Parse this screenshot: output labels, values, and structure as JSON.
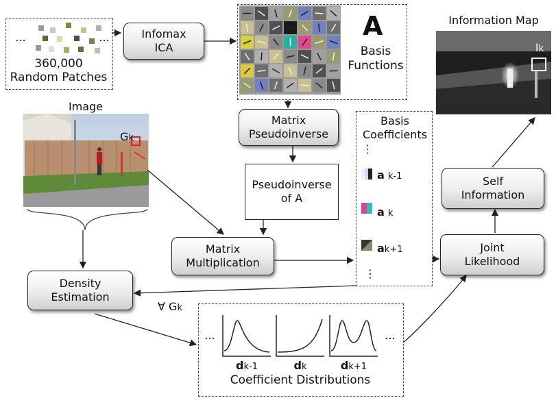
{
  "nodes": {
    "infomax": {
      "line1": "Infomax",
      "line2": "ICA"
    },
    "matrix_pinv": {
      "line1": "Matrix",
      "line2": "Pseudoinverse"
    },
    "pinv_of_a": {
      "line1": "Pseudoinverse",
      "line2": "of A"
    },
    "matrix_mult": {
      "line1": "Matrix",
      "line2": "Multiplication"
    },
    "density": {
      "line1": "Density",
      "line2": "Estimation"
    },
    "joint": {
      "line1": "Joint",
      "line2": "Likelihood"
    },
    "self_info": {
      "line1": "Self",
      "line2": "Information"
    }
  },
  "patches": {
    "ellipsis_left": "...",
    "ellipsis_right": "...",
    "count": "360,000",
    "caption": "Random Patches"
  },
  "basis": {
    "symbol": "A",
    "caption_line1": "Basis",
    "caption_line2": "Functions"
  },
  "image": {
    "title": "Image",
    "patch_label": "G",
    "patch_sub": "k"
  },
  "info_map": {
    "title": "Information Map",
    "label": "I",
    "label_sub": "k"
  },
  "coefficients": {
    "title_line1": "Basis",
    "title_line2": "Coefficients",
    "top_dots": "⋮",
    "bottom_dots": "⋮",
    "items": [
      {
        "name": "a",
        "sub": "k-1"
      },
      {
        "name": "a",
        "sub": "k"
      },
      {
        "name": "a",
        "sub": "k+1"
      }
    ]
  },
  "forall": {
    "symbol": "∀",
    "var": "G",
    "sub": "k"
  },
  "distributions": {
    "caption": "Coefficient Distributions",
    "ellipsis_left": "...",
    "ellipsis_right": "...",
    "items": [
      {
        "name": "d",
        "sub": "k-1"
      },
      {
        "name": "d",
        "sub": "k"
      },
      {
        "name": "d",
        "sub": "k+1"
      }
    ]
  }
}
